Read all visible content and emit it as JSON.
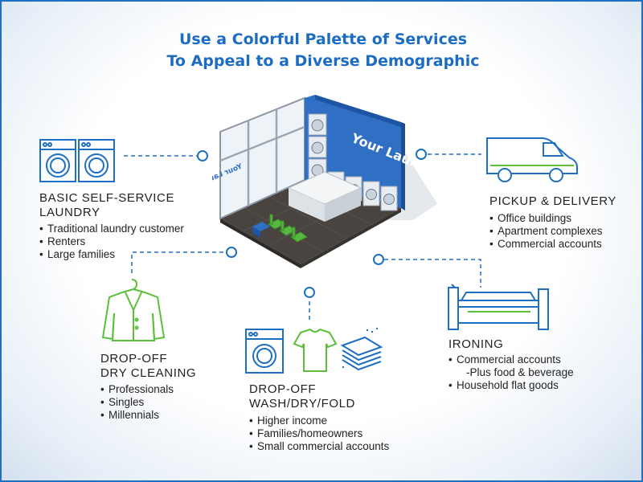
{
  "title": {
    "line1": "Use a Colorful Palette of Services",
    "line2": "To Appeal to a Diverse Demographic"
  },
  "store_sign": "Your Laundry",
  "window_sign": "Your Laundry",
  "colors": {
    "accent_blue": "#1c6cc3",
    "icon_blue": "#1f6fc2",
    "icon_green": "#5bbf3a",
    "chair_green": "#56b93f"
  },
  "services": [
    {
      "heading_line1": "BASIC SELF-SERVICE",
      "heading_line2": "LAUNDRY",
      "icon": "washer-dryer-icon",
      "items": [
        "Traditional laundry customer",
        "Renters",
        "Large families"
      ]
    },
    {
      "heading_line1": "PICKUP & DELIVERY",
      "icon": "delivery-van-icon",
      "items": [
        "Office buildings",
        "Apartment complexes",
        "Commercial accounts"
      ]
    },
    {
      "heading_line1": "DROP-OFF",
      "heading_line2": "DRY CLEANING",
      "icon": "coat-hanger-icon",
      "items": [
        "Professionals",
        "Singles",
        "Millennials"
      ]
    },
    {
      "heading_line1": "DROP-OFF",
      "heading_line2": "WASH/DRY/FOLD",
      "icon": "washer-shirt-towels-icon",
      "items": [
        "Higher income",
        "Families/homeowners",
        "Small commercial accounts"
      ]
    },
    {
      "heading_line1": "IRONING",
      "icon": "ironer-machine-icon",
      "items": [
        "Commercial accounts",
        "-Plus food & beverage",
        "Household flat goods"
      ]
    }
  ]
}
